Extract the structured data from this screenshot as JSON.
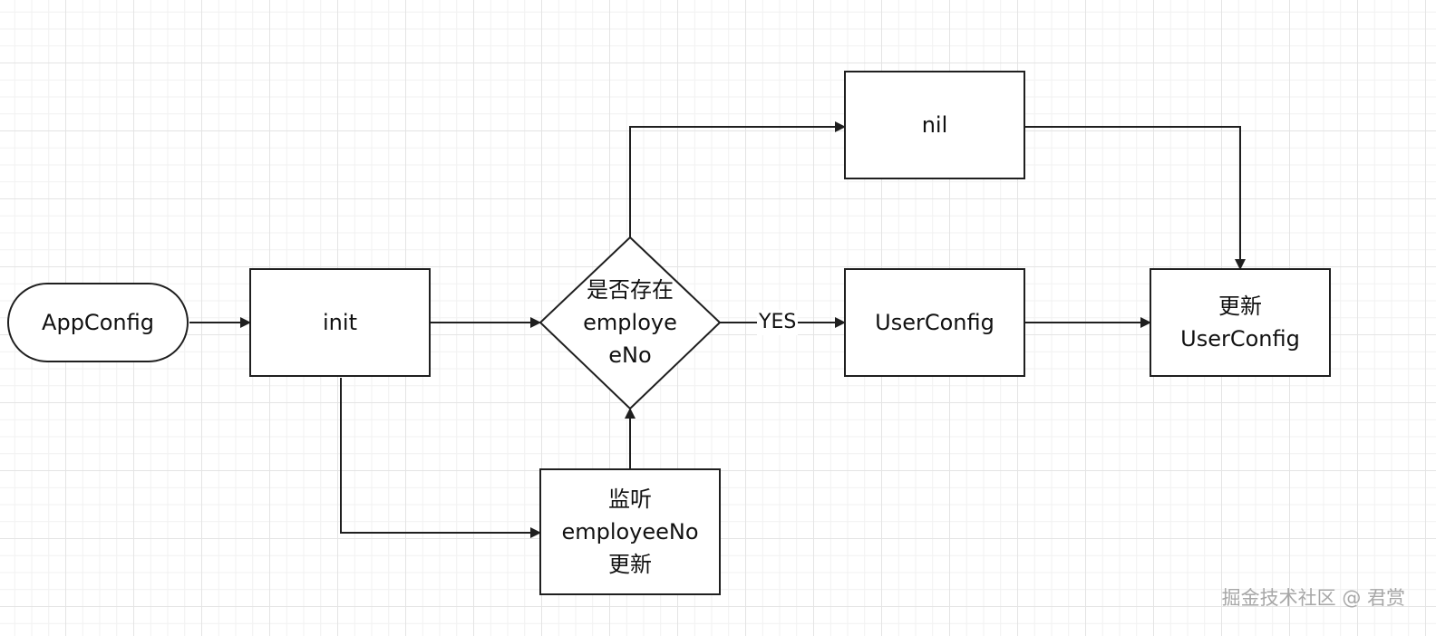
{
  "nodes": {
    "appconfig": "AppConfig",
    "init": "init",
    "decision": "是否存在\nemploye\neNo",
    "nil": "nil",
    "userconfig": "UserConfig",
    "update_userconfig": "更新\nUserConfig",
    "listen": "监听\nemployeeNo\n更新"
  },
  "edges": {
    "yes_label": "YES"
  },
  "watermark": "掘金技术社区 @ 君赏",
  "colors": {
    "stroke": "#1f1f1f",
    "grid": "#e4e4e4",
    "watermark": "#a7a7a7"
  }
}
